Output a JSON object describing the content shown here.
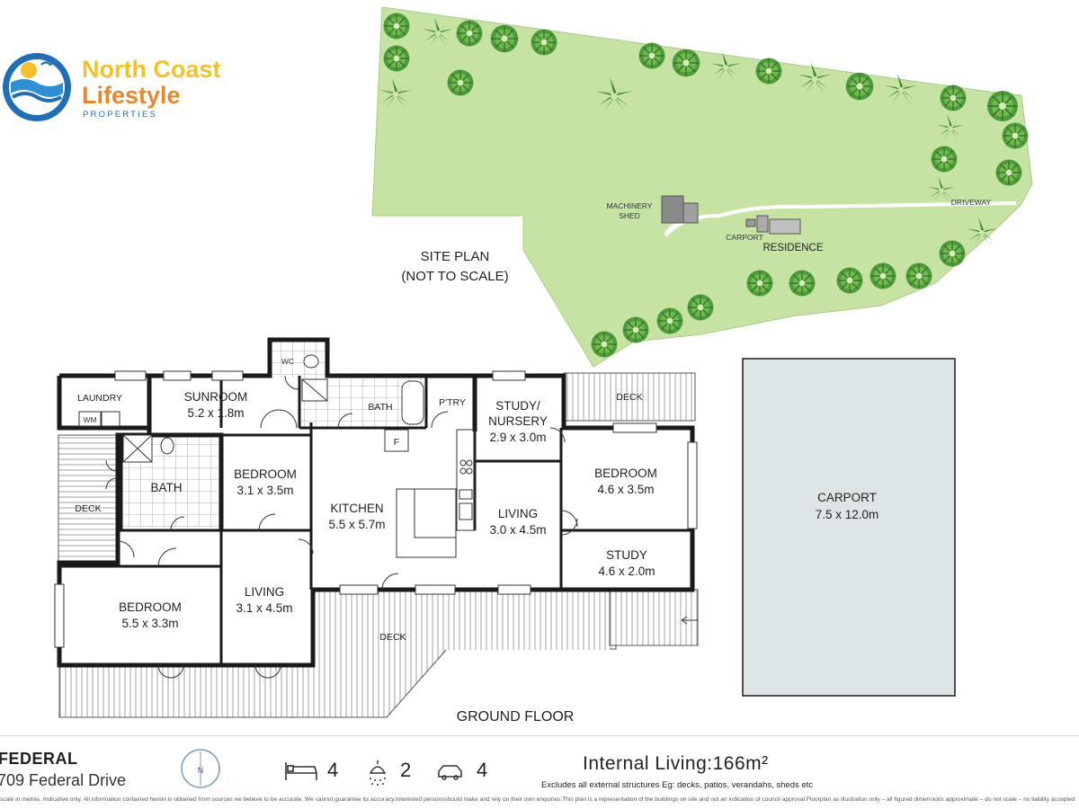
{
  "brand": {
    "line1": "North Coast",
    "line2": "Lifestyle",
    "line3": "PROPERTIES",
    "colors": {
      "yellow": "#f2c22b",
      "orange": "#e8872b",
      "blue": "#1e6fb8"
    }
  },
  "site_plan": {
    "title_line1": "SITE PLAN",
    "title_line2": "(NOT TO SCALE)",
    "labels": {
      "machinery_line1": "MACHINERY",
      "machinery_line2": "SHED",
      "carport": "CARPORT",
      "residence": "RESIDENCE",
      "driveway": "DRIVEWAY"
    },
    "colors": {
      "grass": "#c6e3a4",
      "tree": "#4f9a3a"
    }
  },
  "floor_plan": {
    "title": "GROUND FLOOR",
    "rooms": {
      "laundry": {
        "name": "LAUNDRY",
        "wm": "WM"
      },
      "sunroom": {
        "name": "SUNROOM",
        "dim": "5.2 x 1.8m"
      },
      "wc": {
        "name": "WC"
      },
      "bath_top": {
        "name": "BATH"
      },
      "pantry": {
        "name": "P'TRY"
      },
      "study_nursery": {
        "name1": "STUDY/",
        "name2": "NURSERY",
        "dim": "2.9 x 3.0m"
      },
      "deck_top": {
        "name": "DECK"
      },
      "deck_left": {
        "name": "DECK"
      },
      "bath_left": {
        "name": "BATH"
      },
      "bedroom_mid": {
        "name": "BEDROOM",
        "dim": "3.1 x 3.5m"
      },
      "kitchen": {
        "name": "KITCHEN",
        "dim": "5.5 x 5.7m",
        "fridge": "F"
      },
      "living_right": {
        "name": "LIVING",
        "dim": "3.0 x 4.5m"
      },
      "bedroom_right": {
        "name": "BEDROOM",
        "dim": "4.6 x 3.5m"
      },
      "study": {
        "name": "STUDY",
        "dim": "4.6 x 2.0m"
      },
      "bedroom_left": {
        "name": "BEDROOM",
        "dim": "5.5 x 3.3m"
      },
      "living_left": {
        "name": "LIVING",
        "dim": "3.1 x 4.5m"
      },
      "deck_bottom": {
        "name": "DECK"
      },
      "carport": {
        "name": "CARPORT",
        "dim": "7.5 x 12.0m"
      }
    }
  },
  "footer": {
    "property_name": "FEDERAL",
    "address": "709 Federal Drive",
    "compass": "N",
    "bedrooms": "4",
    "bathrooms": "2",
    "cars": "4",
    "internal_living": "Internal Living:166m²",
    "excludes": "Excludes all external structures Eg: decks, patios, verandahs, sheds etc",
    "disclaimer": "scale in metres. Indicative only. All information contained herein is obtained from sources we believe to be accurate. We cannot guarantee its accuracy.Interested personsshould make and rely on their own enquiries.This plan is a representation of the buildings on site and not an indication of council approval.Floorplan as illustration only – all figured dimensions approximate – do not scale – no liability accepted"
  }
}
